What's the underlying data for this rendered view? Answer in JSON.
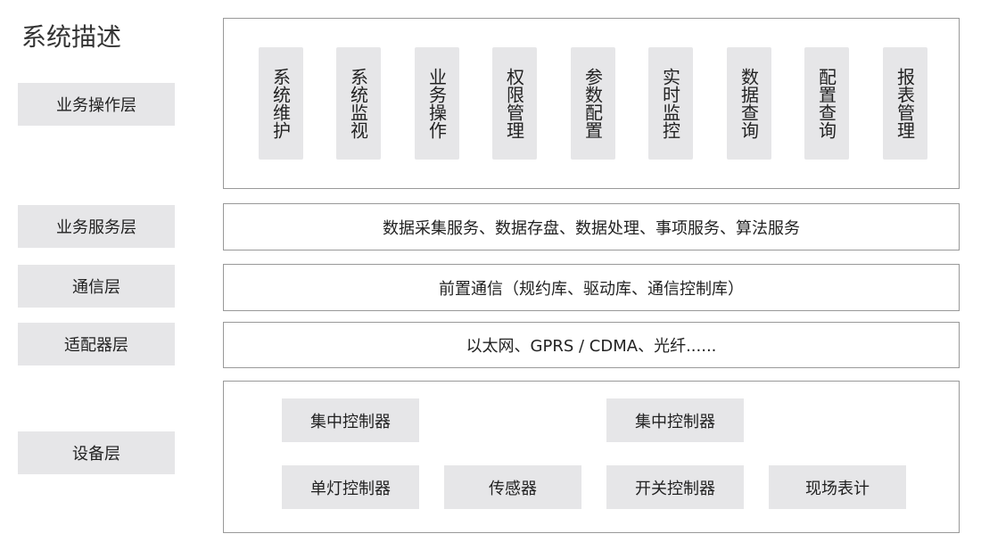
{
  "title": "系统描述",
  "layers": [
    {
      "label": "业务操作层"
    },
    {
      "label": "业务服务层",
      "content": "数据采集服务、数据存盘、数据处理、事项服务、算法服务"
    },
    {
      "label": "通信层",
      "content": "前置通信（规约库、驱动库、通信控制库）"
    },
    {
      "label": "适配器层",
      "content": "以太网、GPRS / CDMA、光纤......"
    },
    {
      "label": "设备层"
    }
  ],
  "operations": [
    "系统维护",
    "系统监视",
    "业务操作",
    "权限管理",
    "参数配置",
    "实时监控",
    "数据查询",
    "配置查询",
    "报表管理"
  ],
  "devices": [
    "集中控制器",
    "集中控制器",
    "单灯控制器",
    "传感器",
    "开关控制器",
    "现场表计"
  ]
}
